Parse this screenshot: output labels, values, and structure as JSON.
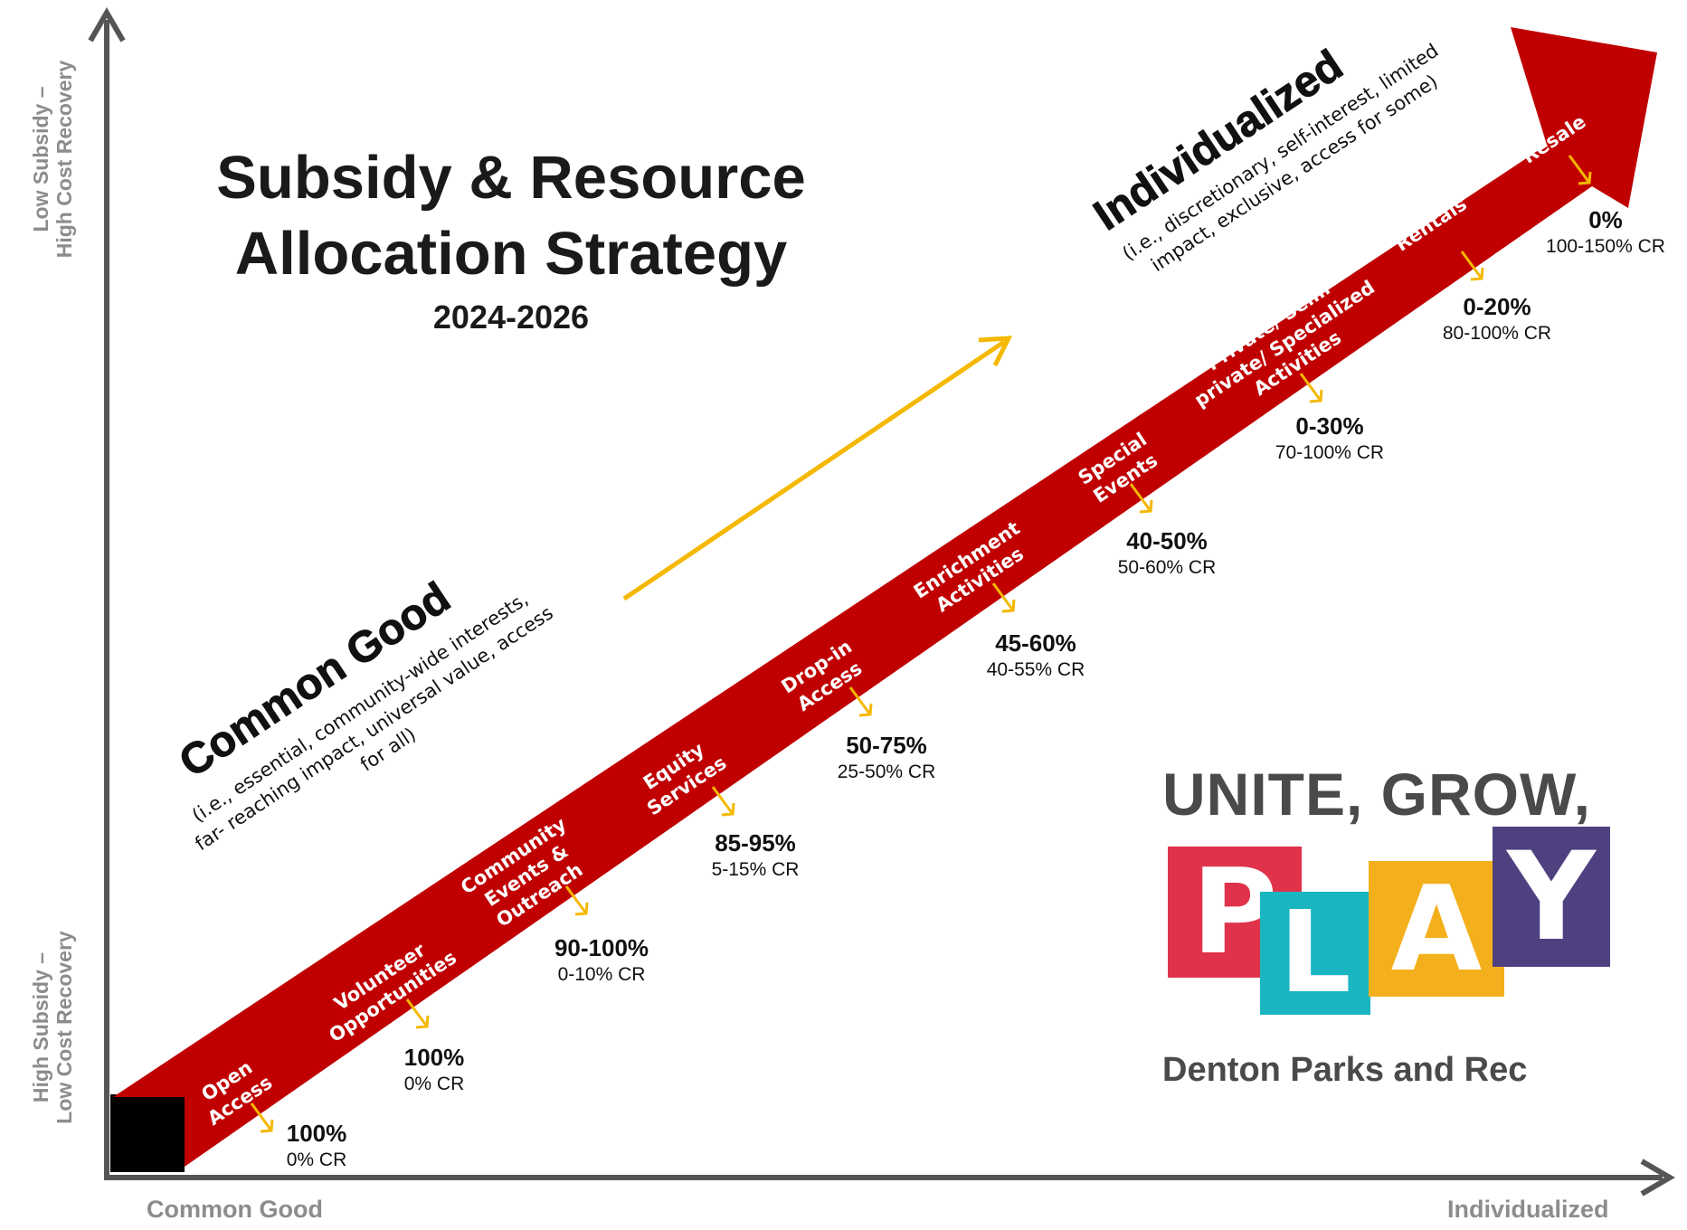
{
  "title": {
    "line1": "Subsidy & Resource",
    "line2": "Allocation Strategy",
    "years": "2024-2026"
  },
  "axes": {
    "y_top_line1": "Low Subsidy –",
    "y_top_line2": "High Cost Recovery",
    "y_bottom_line1": "High Subsidy –",
    "y_bottom_line2": "Low Cost Recovery",
    "x_left": "Common Good",
    "x_right": "Individualized"
  },
  "common_good": {
    "heading": "Common Good",
    "desc_line1": "(i.e., essential, community-wide interests,",
    "desc_line2": "far- reaching impact, universal value, access",
    "desc_line3": "for all)"
  },
  "individualized": {
    "heading": "Individualized",
    "desc_line1": "(i.e., discretionary, self-interest, limited",
    "desc_line2": "impact, exclusive, access for some)"
  },
  "tiers": [
    {
      "label_lines": [
        "Open",
        "Access"
      ],
      "subsidy": "100%",
      "cost_recovery": "0% CR"
    },
    {
      "label_lines": [
        "Volunteer",
        "Opportunities"
      ],
      "subsidy": "100%",
      "cost_recovery": "0% CR"
    },
    {
      "label_lines": [
        "Community",
        "Events &",
        "Outreach"
      ],
      "subsidy": "90-100%",
      "cost_recovery": "0-10% CR"
    },
    {
      "label_lines": [
        "Equity",
        "Services"
      ],
      "subsidy": "85-95%",
      "cost_recovery": "5-15% CR"
    },
    {
      "label_lines": [
        "Drop-in",
        "Access"
      ],
      "subsidy": "50-75%",
      "cost_recovery": "25-50% CR"
    },
    {
      "label_lines": [
        "Enrichment",
        "Activities"
      ],
      "subsidy": "45-60%",
      "cost_recovery": "40-55% CR"
    },
    {
      "label_lines": [
        "Special",
        "Events"
      ],
      "subsidy": "40-50%",
      "cost_recovery": "50-60% CR"
    },
    {
      "label_lines": [
        "Private/ Semi-",
        "private/ Specialized",
        "Activities"
      ],
      "subsidy": "0-30%",
      "cost_recovery": "70-100% CR"
    },
    {
      "label_lines": [
        "Rentals"
      ],
      "subsidy": "0-20%",
      "cost_recovery": "80-100% CR"
    },
    {
      "label_lines": [
        "Resale"
      ],
      "subsidy": "0%",
      "cost_recovery": "100-150% CR"
    }
  ],
  "logo": {
    "line1": "UNITE, GROW,",
    "letters": [
      "P",
      "L",
      "A",
      "Y"
    ],
    "tagline": "Denton Parks and Rec",
    "colors": [
      "#e0334b",
      "#1ab5c0",
      "#f4b01c",
      "#4f4180"
    ]
  },
  "colors": {
    "band": "#c00000",
    "accent": "#f5b800",
    "axis": "#555555",
    "axis_label": "#8c8c8c"
  }
}
